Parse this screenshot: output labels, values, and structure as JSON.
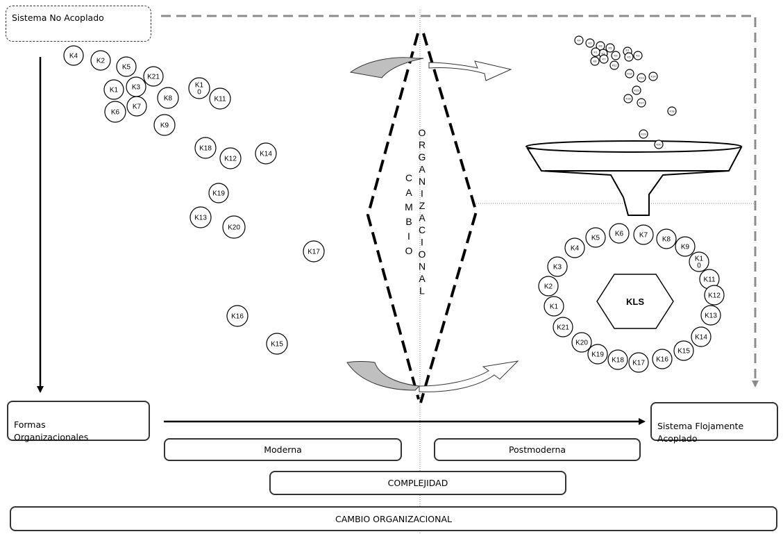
{
  "boxes": {
    "top_left": "Sistema No Acoplado",
    "left": "Formas\nOrganizacionales",
    "right": "Sistema Flojamente\nAcoplado",
    "moderna": "Moderna",
    "postmoderna": "Postmoderna",
    "complejidad": "COMPLEJIDAD",
    "cambio_org": "CAMBIO ORGANIZACIONAL"
  },
  "vertical_words": {
    "left": "CAMBIO",
    "right": "ORGANIZACIONAL"
  },
  "hexagon_label": "KLS",
  "scattered_nodes": [
    "K4",
    "K2",
    "K5",
    "K21",
    "K1",
    "K3",
    "K8",
    "K6",
    "K7",
    "K9",
    "K1\n0",
    "K11",
    "K18",
    "K12",
    "K14",
    "K19",
    "K13",
    "K20",
    "K17",
    "K16",
    "K15"
  ],
  "ring_nodes": [
    "K6",
    "K7",
    "K8",
    "K9",
    "K1\n0",
    "K11",
    "K12",
    "K13",
    "K14",
    "K15",
    "K16",
    "K17",
    "K18",
    "K19",
    "K20",
    "K21",
    "K1",
    "K2",
    "K3",
    "K4",
    "K5"
  ],
  "tiny_nodes": [
    "K4",
    "K2",
    "K8",
    "K5",
    "K1\n0",
    "K3",
    "K1",
    "K7",
    "K6",
    "K9",
    "K5",
    "K3",
    "K11",
    "K12",
    "K13",
    "K14",
    "K15",
    "K16",
    "K17",
    "K18",
    "K19",
    "K20"
  ],
  "colors": {
    "stroke": "#000000",
    "arrow_fill": "#bfbfbf",
    "dashed_line": "#8c8c8c"
  }
}
